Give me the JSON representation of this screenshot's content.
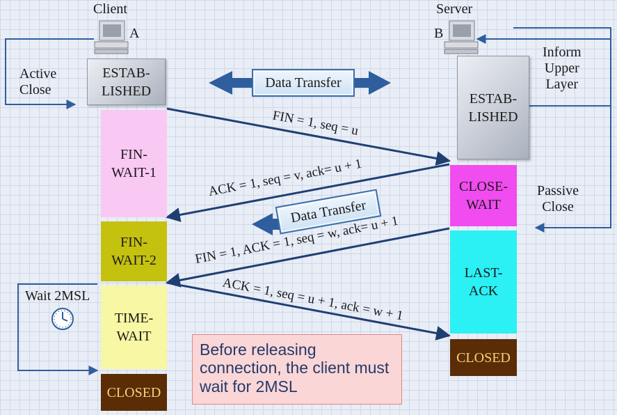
{
  "client": {
    "title": "Client",
    "id": "A"
  },
  "server": {
    "title": "Server",
    "id": "B"
  },
  "labels": {
    "active_close": "Active\nClose",
    "inform_upper": "Inform\nUpper\nLayer",
    "passive_close": "Passive\nClose",
    "wait_2msl": "Wait 2MSL"
  },
  "client_states": {
    "established": "ESTAB-\nLISHED",
    "fin_wait_1": "FIN-\nWAIT-1",
    "fin_wait_2": "FIN-\nWAIT-2",
    "time_wait": "TIME-\nWAIT",
    "closed": "CLOSED"
  },
  "server_states": {
    "established": "ESTAB-\nLISHED",
    "close_wait": "CLOSE-\nWAIT",
    "last_ack": "LAST-\nACK",
    "closed": "CLOSED"
  },
  "data_transfer": {
    "top": "Data Transfer",
    "middle": "Data Transfer"
  },
  "messages": {
    "fin": "FIN = 1, seq = u",
    "ack1": "ACK = 1, seq = v, ack= u + 1",
    "fin_ack": "FIN = 1, ACK = 1, seq = w, ack= u + 1",
    "ack2": "ACK = 1, seq = u + 1, ack = w + 1"
  },
  "note": "Before releasing connection, the client must wait for 2MSL",
  "colors": {
    "arrow": "#1f3f73",
    "flow": "#2f5e9e",
    "fin_wait_1": "#f9c8f3",
    "fin_wait_2": "#c5c10f",
    "time_wait": "#f7f7a4",
    "close_wait": "#f04cf0",
    "last_ack": "#2bf0f4",
    "closed": "#5a2d07"
  }
}
